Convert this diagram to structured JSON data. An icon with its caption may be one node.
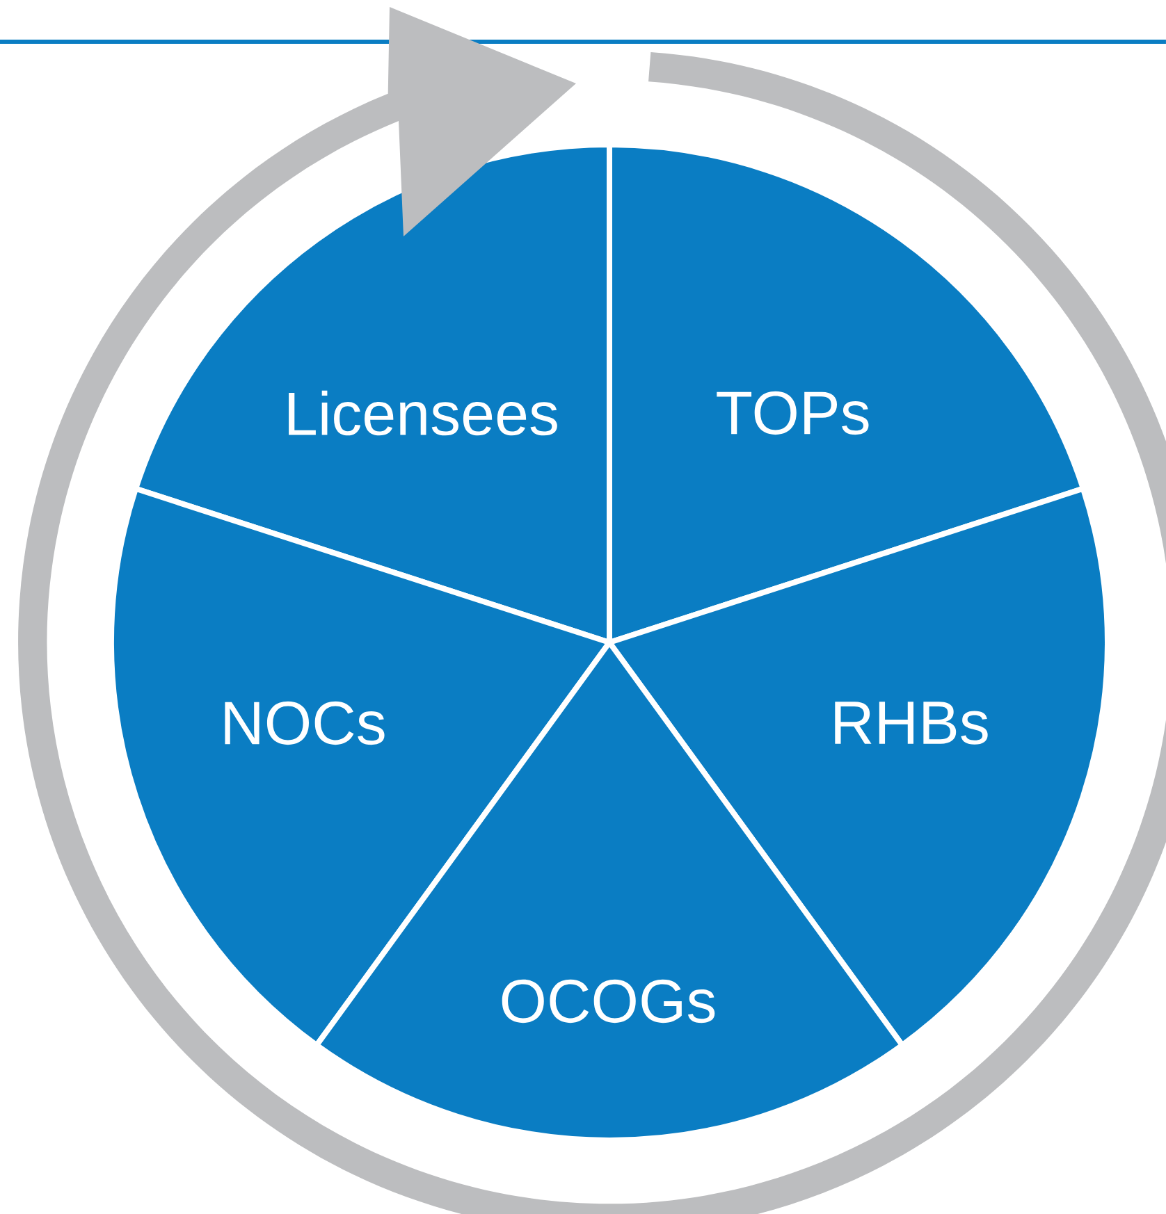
{
  "diagram": {
    "nodes": [
      {
        "text": [
          "Licensees"
        ]
      },
      {
        "text": [
          "TOPs"
        ]
      },
      {
        "text": [
          "NOCs"
        ]
      },
      {
        "text": [
          "RHBs"
        ]
      },
      {
        "text": [
          "OCOGs"
        ]
      }
    ]
  }
}
